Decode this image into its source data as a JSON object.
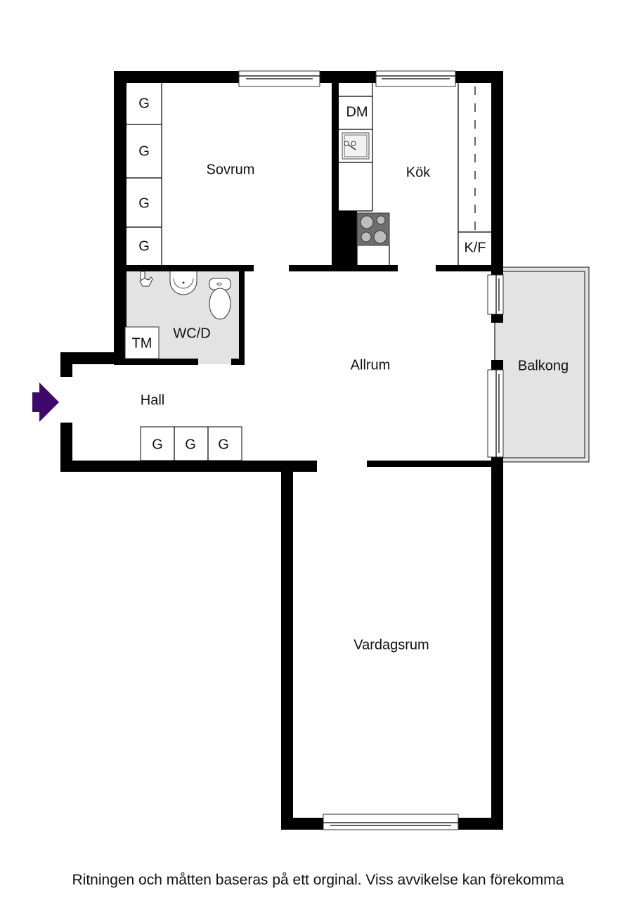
{
  "rooms": {
    "sovrum": "Sovrum",
    "kok": "Kök",
    "wc": "WC/D",
    "hall": "Hall",
    "allrum": "Allrum",
    "balkong": "Balkong",
    "vardagsrum": "Vardagsrum"
  },
  "fixtures": {
    "wardrobe": "G",
    "dishwasher": "DM",
    "fridge_freezer": "K/F",
    "washing_machine": "TM"
  },
  "icons": {
    "entrance": "entrance-arrow-icon",
    "sink": "kitchen-sink-icon",
    "stove": "stove-icon",
    "basin": "wash-basin-icon",
    "toilet": "toilet-icon",
    "tap": "tap-icon"
  },
  "colors": {
    "wall": "#000000",
    "wet_floor": "#e3e3e3",
    "balcony_floor": "#e3e3e3",
    "entrance_arrow": "#3d0a6b",
    "stove": "#6e6e6e"
  },
  "footer": {
    "disclaimer": "Ritningen och måtten baseras på ett orginal. Viss avvikelse kan förekomma"
  }
}
